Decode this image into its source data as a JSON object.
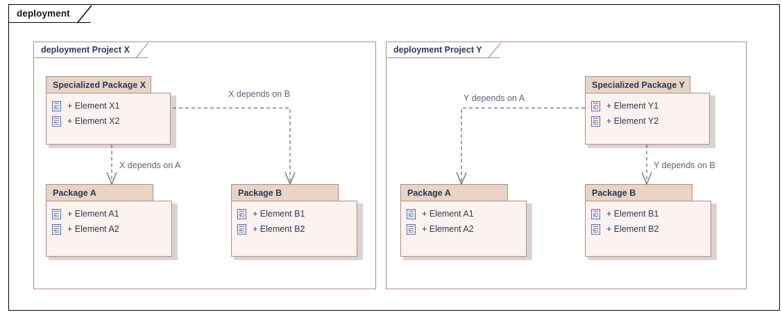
{
  "diagram": {
    "frame_label": "deployment",
    "colors": {
      "package_header_fill": "#e8d5c8",
      "package_body_fill": "#fcf2ef",
      "package_border": "#b08b80",
      "connector": "#5a6378",
      "text": "#2b3a52",
      "outer_frame": "#000000"
    },
    "frames": [
      {
        "id": "projectX",
        "label": "deployment Project X"
      },
      {
        "id": "projectY",
        "label": "deployment Project Y"
      }
    ],
    "packages": [
      {
        "id": "specX",
        "name": "Specialized Package X",
        "elements": [
          "+ Element X1",
          "+ Element X2"
        ],
        "icon": "artifact-icon"
      },
      {
        "id": "pkgAX",
        "name": "Package A",
        "elements": [
          "+ Element A1",
          "+ Element A2"
        ],
        "icon": "artifact-icon"
      },
      {
        "id": "pkgBX",
        "name": "Package B",
        "elements": [
          "+ Element B1",
          "+ Element B2"
        ],
        "icon": "artifact-icon"
      },
      {
        "id": "specY",
        "name": "Specialized Package Y",
        "elements": [
          "+ Element Y1",
          "+ Element Y2"
        ],
        "icon": "artifact-icon"
      },
      {
        "id": "pkgAY",
        "name": "Package A",
        "elements": [
          "+ Element A1",
          "+ Element A2"
        ],
        "icon": "artifact-icon"
      },
      {
        "id": "pkgBY",
        "name": "Package B",
        "elements": [
          "+ Element B1",
          "+ Element B2"
        ],
        "icon": "artifact-icon"
      }
    ],
    "dependencies": [
      {
        "id": "xa",
        "label": "X depends on A",
        "from": "specX",
        "to": "pkgAX",
        "style": "dashed"
      },
      {
        "id": "xb",
        "label": "X depends on B",
        "from": "specX",
        "to": "pkgBX",
        "style": "dashed"
      },
      {
        "id": "ya",
        "label": "Y depends on A",
        "from": "specY",
        "to": "pkgAY",
        "style": "dashed"
      },
      {
        "id": "yb",
        "label": "Y depends on B",
        "from": "specY",
        "to": "pkgBY",
        "style": "dashed"
      }
    ]
  }
}
